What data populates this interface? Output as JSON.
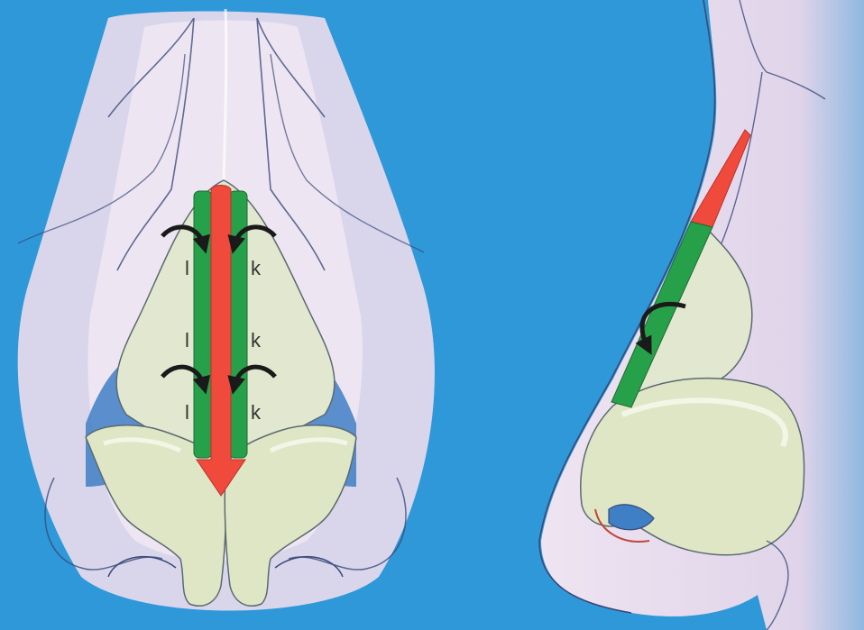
{
  "colors": {
    "background": "#2e98d8",
    "skin": "#e9dcee",
    "cartilage": "#e2e7cf",
    "spreader_graft": "#27a04a",
    "septum": "#f04a3c",
    "arrow": "#1a1a1a",
    "outline": "#3a4a7a"
  },
  "frontal_view": {
    "labels": [
      "l",
      "l",
      "l",
      "k",
      "k",
      "k"
    ]
  },
  "icons": [
    "curved-arrow-icon"
  ]
}
